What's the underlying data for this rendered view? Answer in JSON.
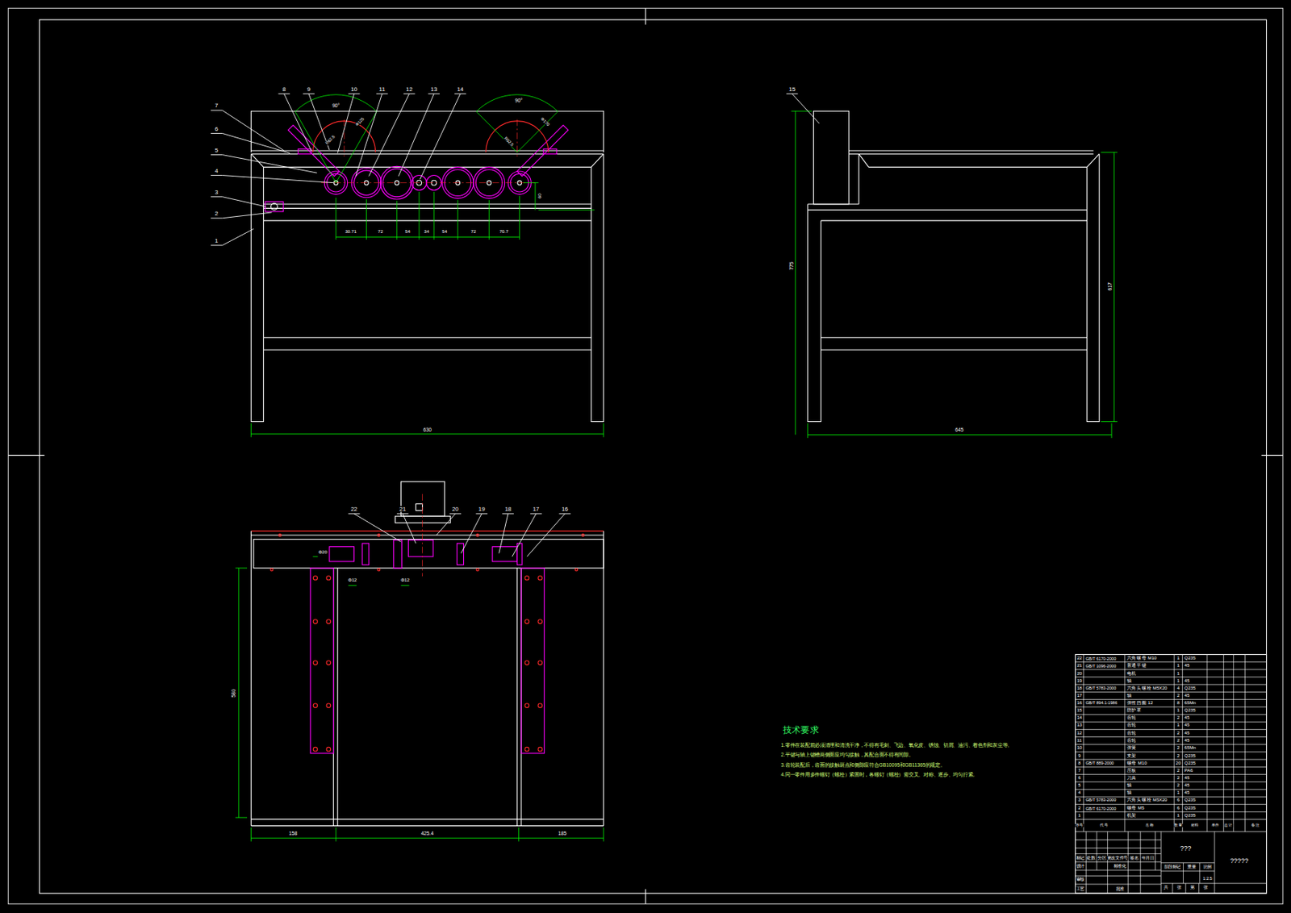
{
  "diagram": {
    "labels": [
      "7",
      "6",
      "5",
      "4",
      "3",
      "2",
      "1",
      "8",
      "9",
      "10",
      "11",
      "12",
      "13",
      "14",
      "15",
      "16",
      "17",
      "18",
      "19",
      "20",
      "21",
      "22",
      "90°",
      "90°",
      "Φ125",
      "R62.5",
      "Φ170",
      "R62.5",
      "30.71",
      "72",
      "54",
      "34",
      "54",
      "72",
      "70.7",
      "60",
      "630",
      "775",
      "617",
      "645",
      "Φ20",
      "Φ12",
      "Φ12",
      "580",
      "158",
      "425.4",
      "185",
      "技术要求",
      "1.零件在装配前必须清理和清洗干净，不得有毛刺、飞边、氧化皮、锈蚀、切屑、油污、着色剂和灰尘等。",
      "2.平键与轴上键槽两侧面应均匀接触，其配合面不得有间隙。",
      "3.齿轮装配后，齿面的接触斑点和侧隙应符合GB10095和GB11365的规定。",
      "4.同一零件用多件螺钉（螺栓）紧固时，各螺钉（螺栓）需交叉、对称、逐步、均匀拧紧。",
      "???",
      "?????",
      "标记",
      "处数",
      "分区",
      "更改文件号",
      "签名",
      "年月日",
      "设计",
      "标准化",
      "审核",
      "工艺",
      "批准",
      "阶段标记",
      "重量",
      "比例",
      "1:2.5",
      "共",
      "张",
      "第",
      "张",
      "序号",
      "代号",
      "名称",
      "数量",
      "材料",
      "单件",
      "总计",
      "备注",
      "22",
      "GB/T 6170-2000",
      "六角螺母 M10",
      "1",
      "Q235",
      "21",
      "GB/T 1096-2000",
      "普通平键",
      "1",
      "45",
      "20",
      "电机",
      "1",
      "19",
      "轴",
      "1",
      "45",
      "18",
      "GB/T 5783-2000",
      "六角头螺栓 M5X20",
      "4",
      "Q235",
      "17",
      "轴",
      "2",
      "45",
      "16",
      "GB/T 894.1-1986",
      "弹性挡圈 12",
      "8",
      "65Mn",
      "15",
      "防护罩",
      "1",
      "Q235",
      "14",
      "齿轮",
      "2",
      "45",
      "13",
      "齿轮",
      "1",
      "45",
      "12",
      "齿轮",
      "2",
      "45",
      "11",
      "齿轮",
      "2",
      "45",
      "10",
      "弹簧",
      "2",
      "65Mn",
      "9",
      "支架",
      "2",
      "Q235",
      "8",
      "GB/T 889-2000",
      "螺母 M10",
      "20",
      "Q235",
      "7",
      "压板",
      "2",
      "PA6",
      "6",
      "刀具",
      "2",
      "45",
      "5",
      "轴",
      "2",
      "45",
      "4",
      "轴",
      "1",
      "45",
      "3",
      "GB/T 5783-2000",
      "六角头螺栓 M5X20",
      "6",
      "Q235",
      "2",
      "GB/T 6170-2000",
      "螺母 M5",
      "6",
      "Q235",
      "1",
      "机架",
      "1",
      "Q235"
    ]
  }
}
